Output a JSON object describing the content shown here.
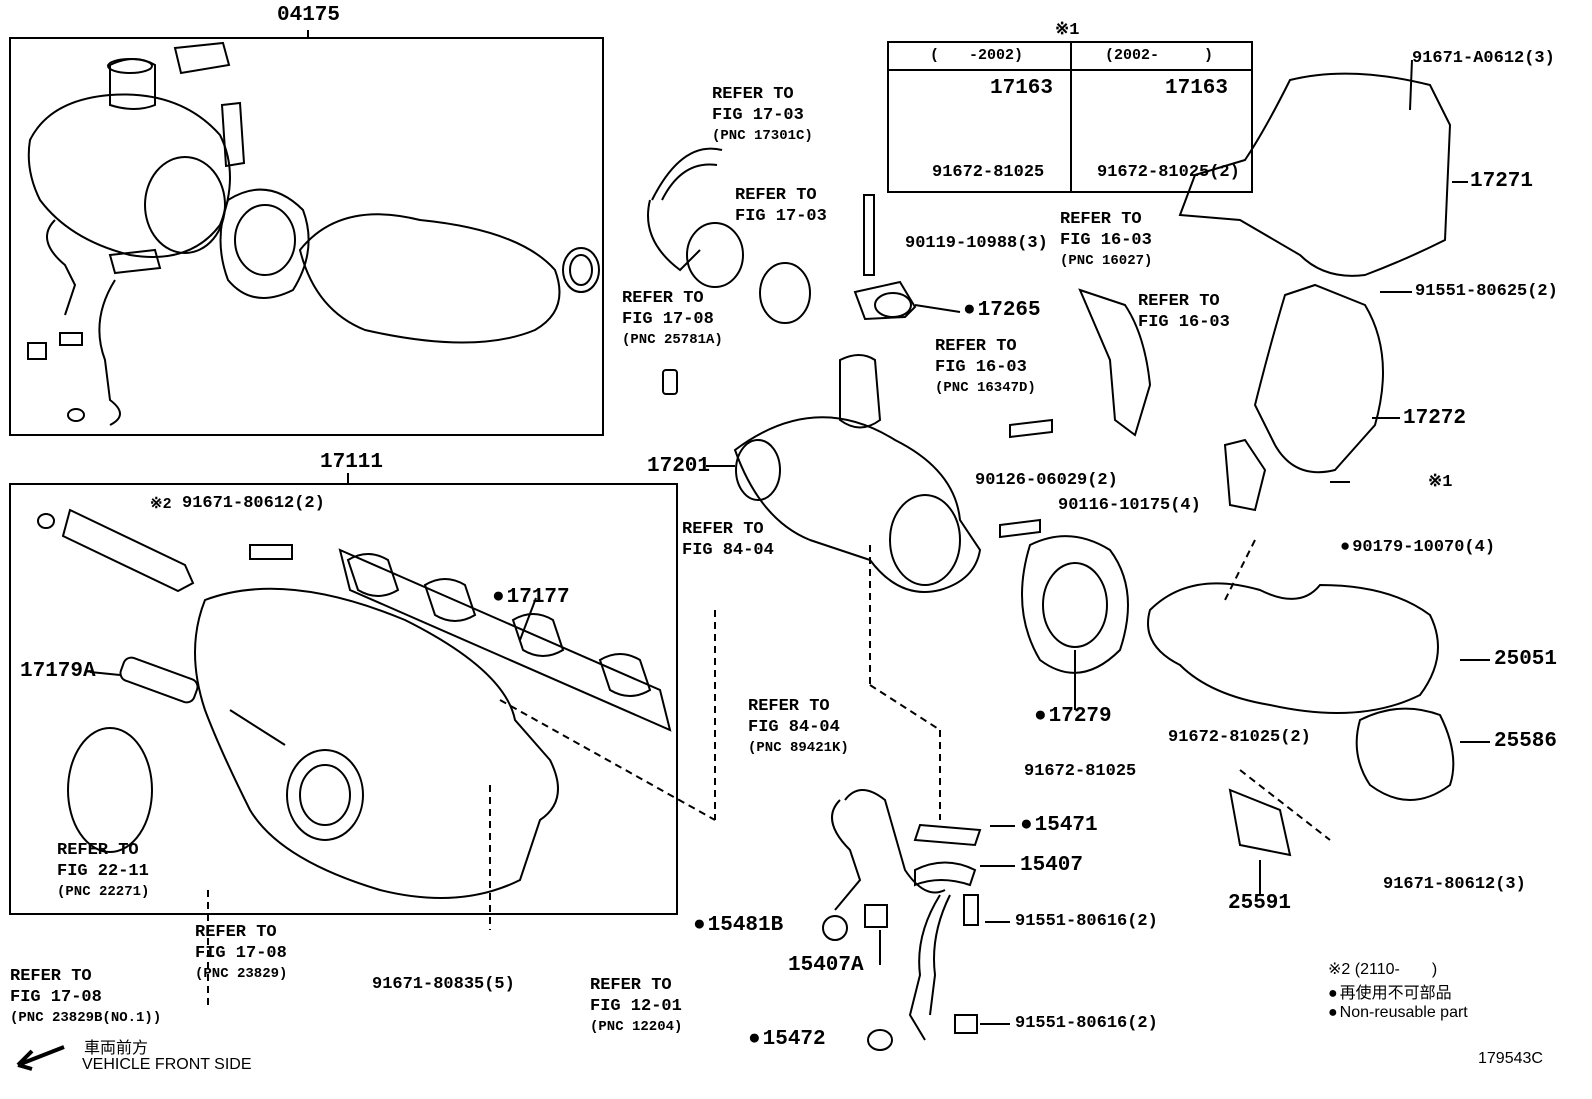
{
  "groups": {
    "g04175": "04175",
    "g17111": "17111",
    "variant_mark": "※1"
  },
  "variants": {
    "left": "(　　-2002)",
    "right": "(2002-　　　)",
    "l_17163": "17163",
    "l_bolt": "91672-81025",
    "r_17163": "17163",
    "r_bolt": "91672-81025(2)"
  },
  "parts": {
    "p17201": "17201",
    "p17177": "17177",
    "p17179A": "17179A",
    "p17265": "17265",
    "p17279": "17279",
    "p17271": "17271",
    "p17272": "17272",
    "p25051": "25051",
    "p25586": "25586",
    "p25591": "25591",
    "p15471": "15471",
    "p15407": "15407",
    "p15407A": "15407A",
    "p15481B": "15481B",
    "p15472": "15472",
    "b90119": "90119-10988(3)",
    "b90126": "90126-06029(2)",
    "b90116": "90116-10175(4)",
    "b90179": "90179-10070(4)",
    "b91671a": "91671-A0612(3)",
    "b91551_625": "91551-80625(2)",
    "mark1": "※1",
    "b91671_612_2": "91671-80612(2)",
    "mark2": "※2",
    "b91672_2": "91672-81025(2)",
    "b91672": "91672-81025",
    "b91671_612_3": "91671-80612(3)",
    "b91551_616a": "91551-80616(2)",
    "b91551_616b": "91551-80616(2)",
    "b91671_835": "91671-80835(5)"
  },
  "refs": {
    "r1": {
      "l1": "REFER TO",
      "l2": "FIG 17-03",
      "l3": "(PNC 17301C)"
    },
    "r2": {
      "l1": "REFER TO",
      "l2": "FIG 17-03"
    },
    "r3": {
      "l1": "REFER TO",
      "l2": "FIG 17-08",
      "l3": "(PNC 25781A)"
    },
    "r4": {
      "l1": "REFER TO",
      "l2": "FIG 16-03",
      "l3": "(PNC 16347D)"
    },
    "r5": {
      "l1": "REFER TO",
      "l2": "FIG 16-03",
      "l3": "(PNC 16027)"
    },
    "r6": {
      "l1": "REFER TO",
      "l2": "FIG 16-03"
    },
    "r7": {
      "l1": "REFER TO",
      "l2": "FIG 84-04"
    },
    "r8": {
      "l1": "REFER TO",
      "l2": "FIG 84-04",
      "l3": "(PNC 89421K)"
    },
    "r9": {
      "l1": "REFER TO",
      "l2": "FIG 22-11",
      "l3": "(PNC 22271)"
    },
    "r10": {
      "l1": "REFER TO",
      "l2": "FIG 17-08",
      "l3": "(PNC 23829)"
    },
    "r11": {
      "l1": "REFER TO",
      "l2": "FIG 17-08",
      "l3": "(PNC 23829B(NO.1))"
    },
    "r12": {
      "l1": "REFER TO",
      "l2": "FIG 12-01",
      "l3": "(PNC 12204)"
    }
  },
  "legend": {
    "line1": "※2 (2110-　　)",
    "line2": "再使用不可部品",
    "line3": "Non-reusable part"
  },
  "front": {
    "jp": "車両前方",
    "en": "VEHICLE FRONT SIDE"
  },
  "figure_id": "179543C"
}
